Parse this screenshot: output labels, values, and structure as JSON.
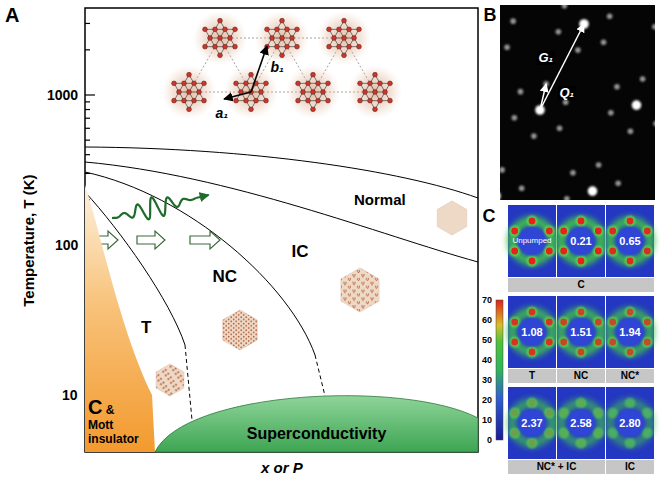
{
  "diagram": {
    "nodes": [
      {
        "text": [
          "C & Mott insulator"
        ]
      },
      {
        "text": [
          "Superconductivity"
        ]
      },
      {
        "text": [
          "Unpumped"
        ]
      },
      {
        "text": [
          "0.21"
        ]
      },
      {
        "text": [
          "0.65"
        ]
      },
      {
        "text": [
          "C"
        ]
      },
      {
        "text": [
          "1.08"
        ]
      },
      {
        "text": [
          "1.51"
        ]
      },
      {
        "text": [
          "1.94"
        ]
      },
      {
        "text": [
          "T"
        ]
      },
      {
        "text": [
          "NC"
        ]
      },
      {
        "text": [
          "NC*"
        ]
      },
      {
        "text": [
          "2.37"
        ]
      },
      {
        "text": [
          "2.58"
        ]
      },
      {
        "text": [
          "2.80"
        ]
      },
      {
        "text": [
          "NC* + IC"
        ]
      },
      {
        "text": [
          "IC"
        ]
      }
    ],
    "labels": [
      "A",
      "1000",
      "100",
      "10",
      "Temperature, T (K)",
      "x or P",
      "a₁",
      "b₁",
      "T",
      "NC",
      "IC",
      "Normal",
      "B",
      "G₁",
      "Q₁",
      "C",
      "70",
      "60",
      "50",
      "40",
      "30",
      "20",
      "10",
      "0"
    ]
  }
}
